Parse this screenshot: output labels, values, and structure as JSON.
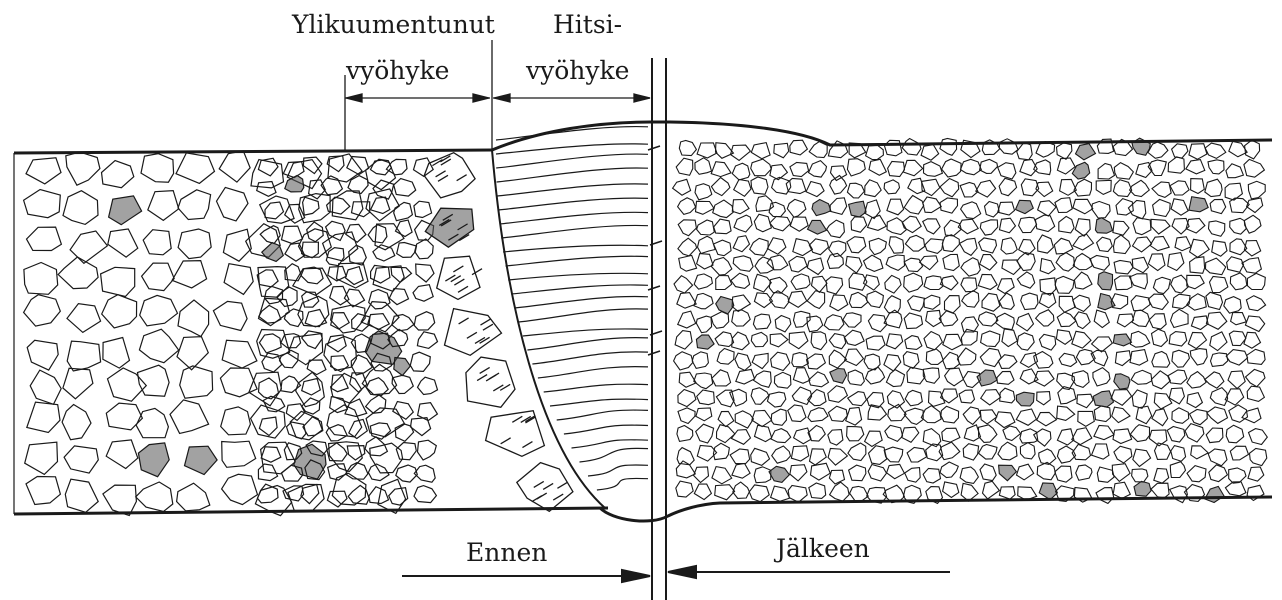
{
  "labels": {
    "overheated_line1": "Ylikuumentunut",
    "overheated_line2": "vyöhyke",
    "weld_line1": "Hitsi-",
    "weld_line2": "vyöhyke",
    "before": "Ennen",
    "after": "Jälkeen"
  },
  "colors": {
    "ink": "#1a1a1a",
    "paper": "#ffffff"
  }
}
